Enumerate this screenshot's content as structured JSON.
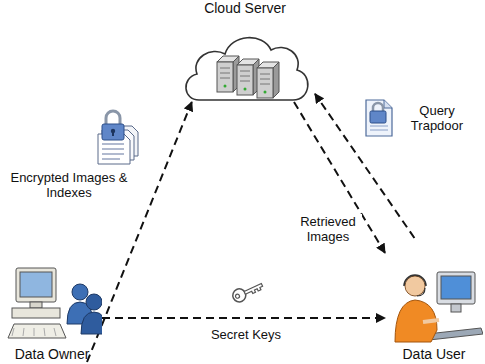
{
  "diagram": {
    "nodes": [
      {
        "text": [
          "Cloud Server"
        ]
      },
      {
        "text": [
          "Data Owner"
        ]
      },
      {
        "text": [
          "Data User"
        ]
      }
    ],
    "edges": [
      {
        "from": 1,
        "to": 0,
        "arrow": "to",
        "label": "Encrypted Images & Indexes"
      },
      {
        "from": 2,
        "to": 0,
        "arrow": "to",
        "label": "Query Trapdoor"
      },
      {
        "from": 0,
        "to": 2,
        "arrow": "to",
        "label": "Retrieved Images"
      },
      {
        "from": 1,
        "to": 2,
        "arrow": "to",
        "label": "Secret Keys"
      }
    ]
  }
}
